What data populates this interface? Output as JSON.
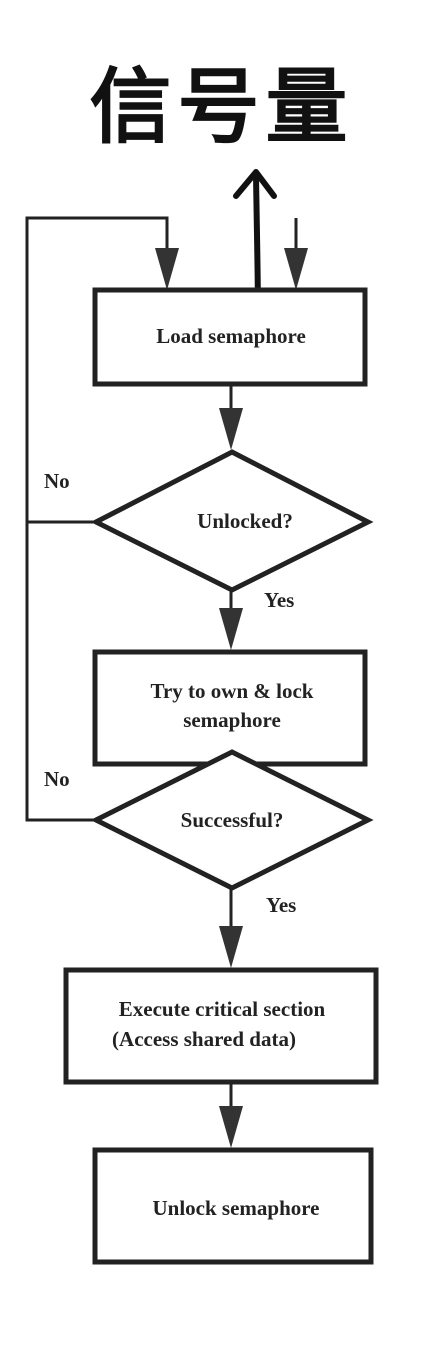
{
  "annotation": {
    "handwritten_title": "信号量"
  },
  "nodes": {
    "load": {
      "label": "Load semaphore"
    },
    "unlocked_check": {
      "label": "Unlocked?"
    },
    "try_lock": {
      "line1": "Try to own & lock",
      "line2": "semaphore"
    },
    "success_check": {
      "label": "Successful?"
    },
    "critical": {
      "line1": "Execute critical section",
      "line2": "(Access shared data)"
    },
    "unlock": {
      "label": "Unlock semaphore"
    }
  },
  "edges": {
    "unlocked_no": "No",
    "unlocked_yes": "Yes",
    "success_no": "No",
    "success_yes": "Yes"
  },
  "colors": {
    "stroke": "#222222",
    "arrow_fill": "#333333",
    "annotation": "#111111"
  }
}
